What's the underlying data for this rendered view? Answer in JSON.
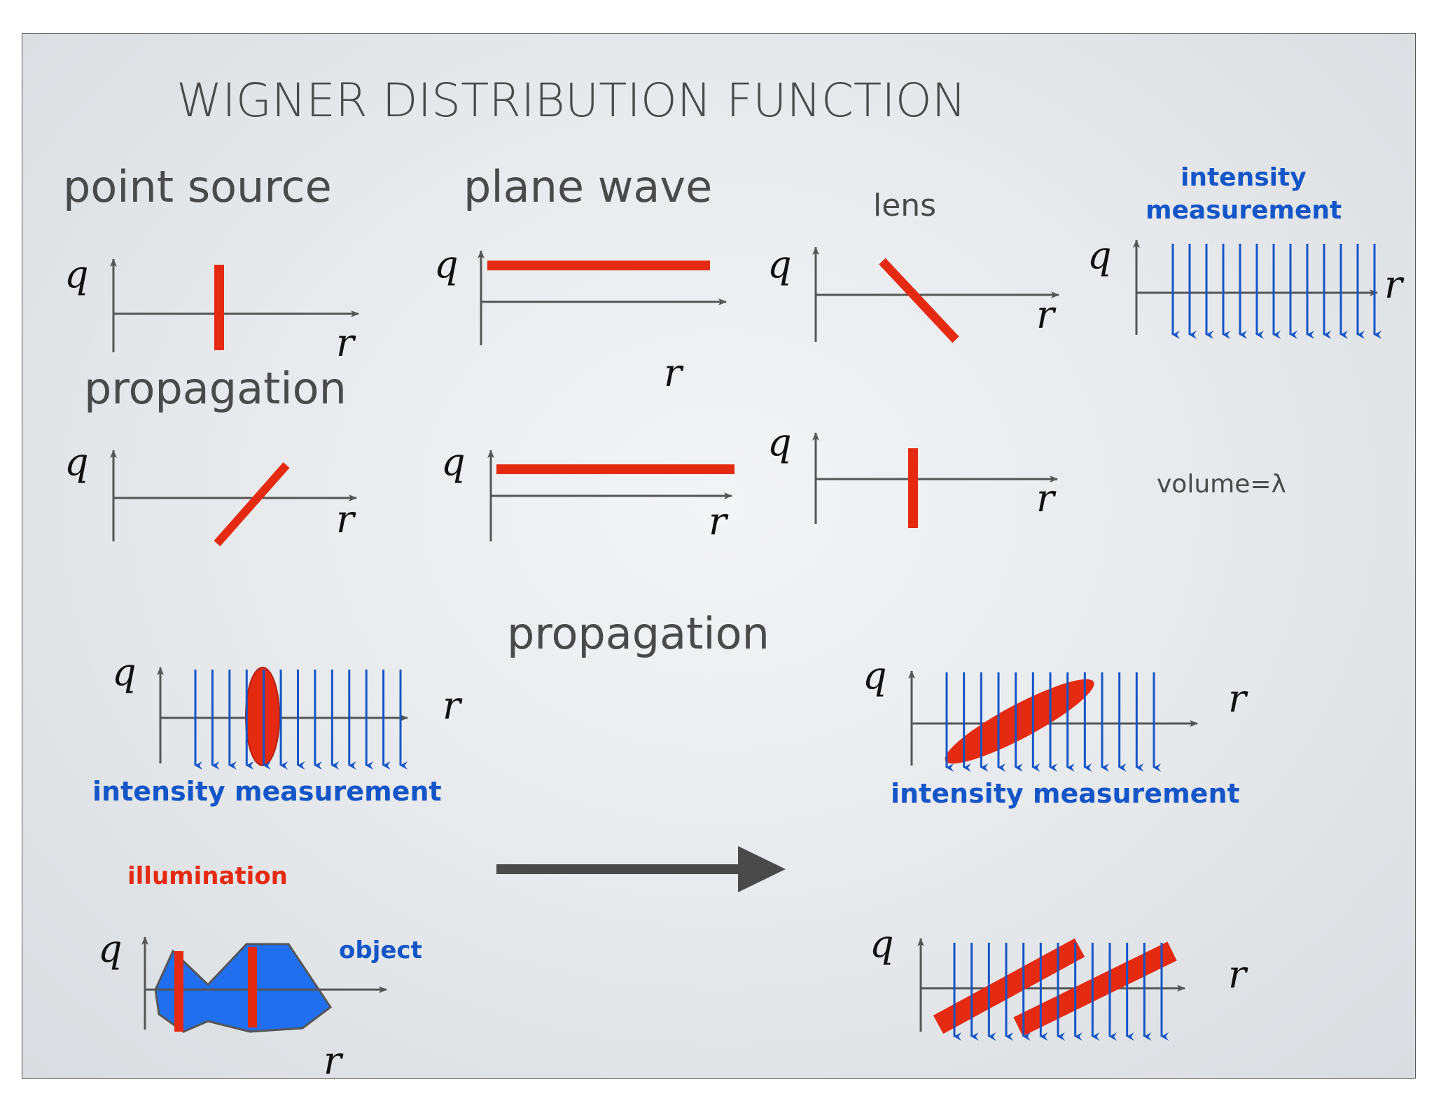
{
  "title": "WIGNER DISTRIBUTION FUNCTION",
  "labels": {
    "point_source": "point source",
    "plane_wave": "plane wave",
    "lens": "lens",
    "intensity_line1": "intensity",
    "intensity_line2": "measurement",
    "propagation_left": "propagation",
    "volume": "volume=λ",
    "propagation_center": "propagation",
    "intensity_measurement_left": "intensity measurement",
    "intensity_measurement_right": "intensity measurement",
    "illumination": "illumination",
    "object": "object",
    "axis_q": "q",
    "axis_r": "r"
  },
  "colors": {
    "red": "#e52a12",
    "blue": "#1455c8",
    "axis": "#555555",
    "object_fill": "#1f6ff0",
    "arrow": "#4a4a4a",
    "title": "#4a4a4a"
  }
}
